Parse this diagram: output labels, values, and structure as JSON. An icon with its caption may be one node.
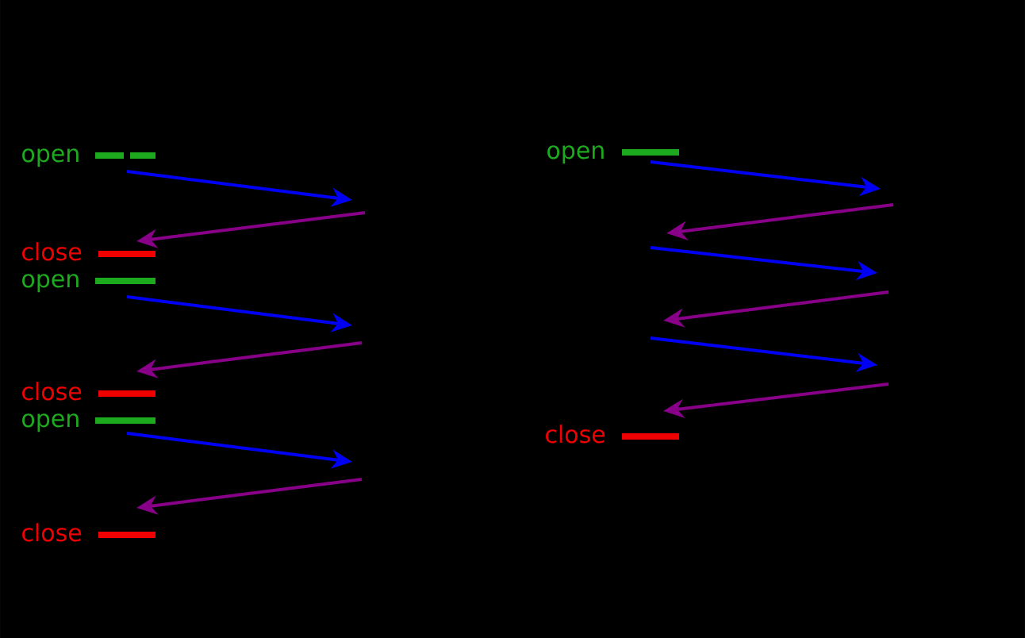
{
  "diagram": {
    "labels": [
      "open",
      "close",
      "open",
      "close",
      "open",
      "close",
      "open",
      "close"
    ]
  }
}
